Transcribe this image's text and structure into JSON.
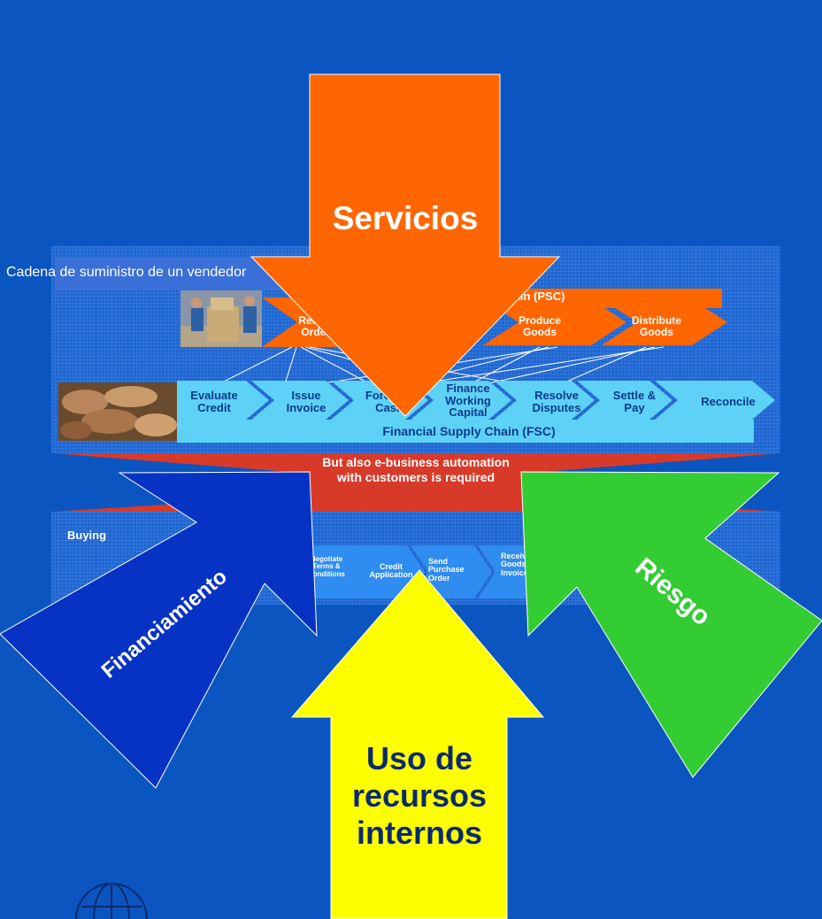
{
  "vendor_label": "Cadena de suministro de un vendedor",
  "psc": {
    "title": "Physical Supply Chain (PSC)",
    "steps": [
      "Receive Orders",
      "Produce Goods",
      "Distribute Goods"
    ]
  },
  "fsc": {
    "title": "Financial Supply Chain (FSC)",
    "steps": [
      "Evaluate Credit",
      "Issue Invoice",
      "Forecast Cash",
      "Finance Working Capital",
      "Resolve Disputes",
      "Settle & Pay",
      "Reconcile"
    ]
  },
  "callout": {
    "text": "But also e-business automation with customers is required"
  },
  "buying": {
    "title": "Buying",
    "steps": [
      "Negotiate Terms & Conditions",
      "Credit Application",
      "Send Purchase Order",
      "Receive Goods and Invoice"
    ]
  },
  "arrows": {
    "top": "Servicios",
    "left": "Financiamiento",
    "right": "Riesgo",
    "bottom": "Uso de recursos internos"
  },
  "colors": {
    "background": "#0b55c0",
    "orange": "#ff6600",
    "blue_arrow": "#0733c4",
    "green": "#33cc33",
    "yellow": "#ffff00",
    "fsc_chevron": "#5ed2f6",
    "red_banner": "#d83a2a"
  }
}
